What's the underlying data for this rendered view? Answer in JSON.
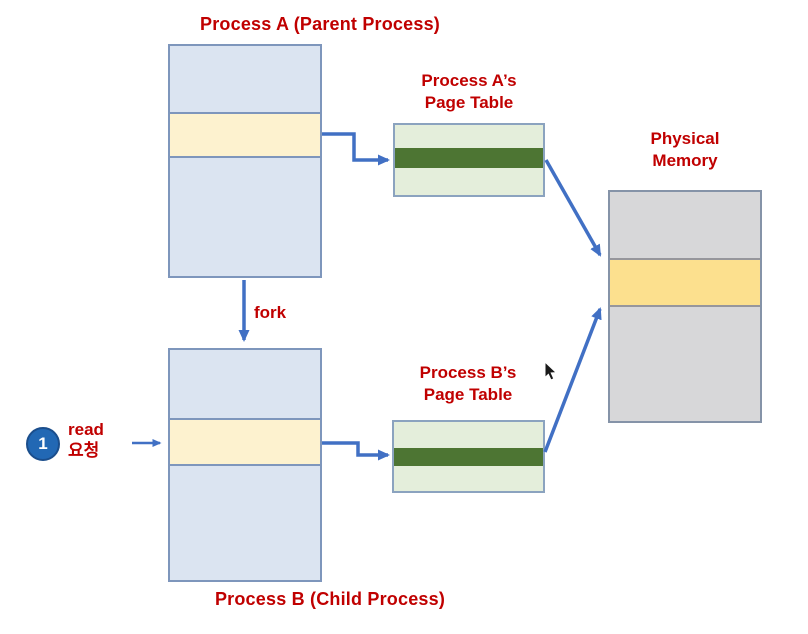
{
  "labels": {
    "process_a_title": "Process A (Parent Process)",
    "process_b_title": "Process B (Child Process)",
    "pagetable_a_line1": "Process A’s",
    "pagetable_a_line2": "Page Table",
    "pagetable_b_line1": "Process B’s",
    "pagetable_b_line2": "Page Table",
    "physical_memory_line1": "Physical",
    "physical_memory_line2": "Memory",
    "fork_label": "fork",
    "read_label_line1": "read",
    "read_label_line2": "요청",
    "badge_number": "1"
  },
  "colors": {
    "red_label": "#c00000",
    "arrow_blue": "#4170c4",
    "process_fill": "#dbe4f1",
    "process_border": "#7e96bc",
    "highlight_yellow": "#fdf2cf",
    "table_fill": "#e4eedb",
    "table_border": "#8ba3bf",
    "green_row": "#4d7533",
    "memory_fill": "#d7d7d9",
    "memory_border": "#8593a8",
    "memory_row_border": "#96969c",
    "memory_yellow": "#fce08e",
    "badge_fill": "#2268b4",
    "badge_border": "#1b4e8c"
  }
}
